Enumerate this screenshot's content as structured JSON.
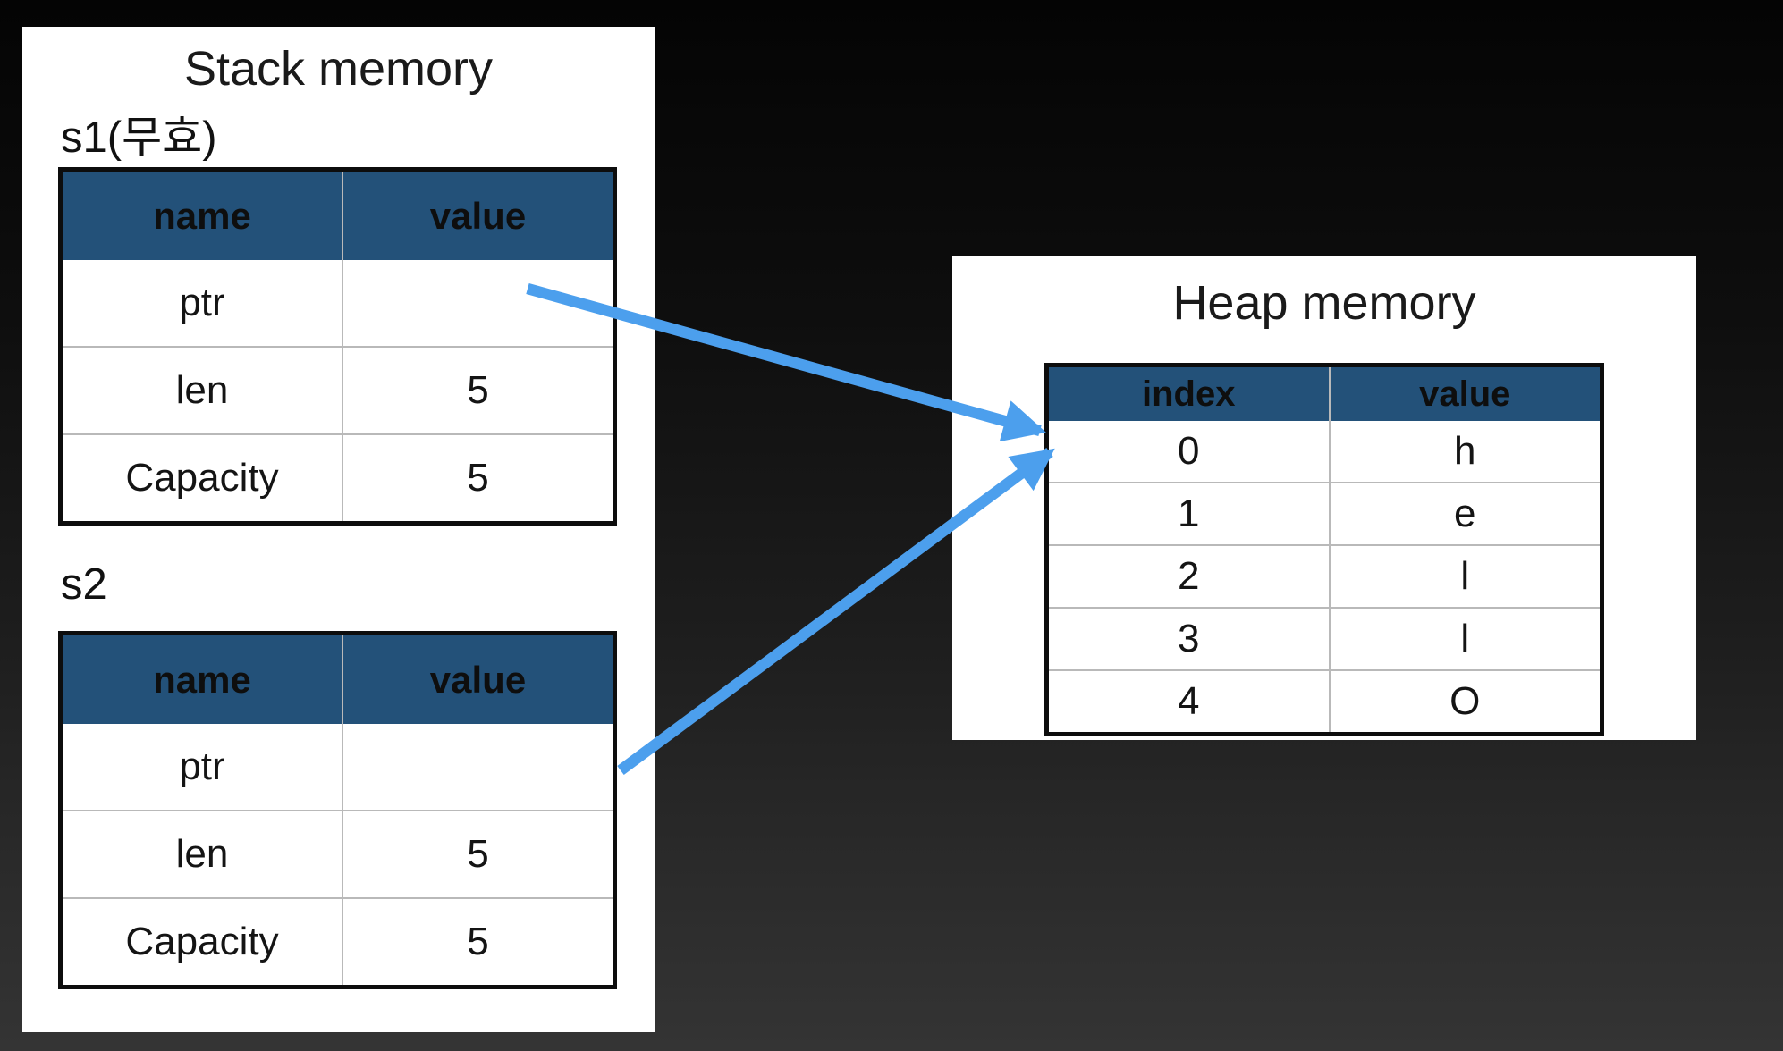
{
  "slide": {
    "stack": {
      "title": "Stack memory",
      "s1_label": "s1(무효)",
      "s2_label": "s2",
      "headers": {
        "name": "name",
        "value": "value"
      },
      "s1_rows": [
        {
          "name": "ptr",
          "value": ""
        },
        {
          "name": "len",
          "value": "5"
        },
        {
          "name": "Capacity",
          "value": "5"
        }
      ],
      "s2_rows": [
        {
          "name": "ptr",
          "value": ""
        },
        {
          "name": "len",
          "value": "5"
        },
        {
          "name": "Capacity",
          "value": "5"
        }
      ]
    },
    "heap": {
      "title": "Heap memory",
      "headers": {
        "index": "index",
        "value": "value"
      },
      "rows": [
        {
          "index": "0",
          "value": "h"
        },
        {
          "index": "1",
          "value": "e"
        },
        {
          "index": "2",
          "value": "l"
        },
        {
          "index": "3",
          "value": "l"
        },
        {
          "index": "4",
          "value": "O"
        }
      ]
    },
    "arrows": [
      {
        "name": "s1-ptr-arrow",
        "from": "s1.ptr",
        "to": "heap[0]"
      },
      {
        "name": "s2-ptr-arrow",
        "from": "s2.ptr",
        "to": "heap[0]"
      }
    ],
    "colors": {
      "table_header_bg": "#235179",
      "arrow": "#4C9FED",
      "panel_bg": "#ffffff",
      "background_top": "#040404",
      "background_bottom": "#343434"
    }
  }
}
